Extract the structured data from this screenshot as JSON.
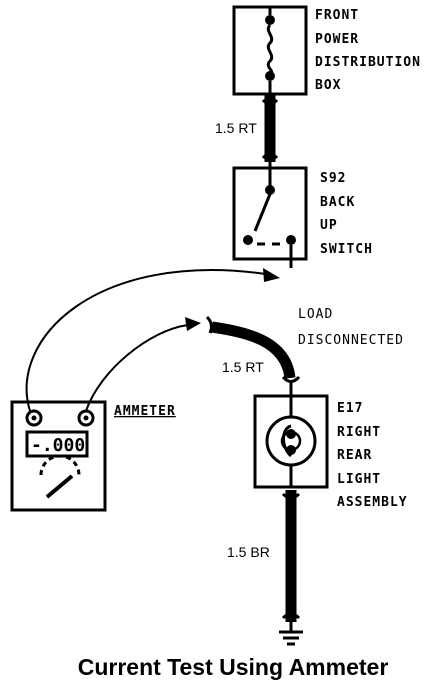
{
  "diagram": {
    "caption": "Current Test Using Ammeter",
    "fuse_box": {
      "lines": [
        "FRONT",
        "POWER",
        "DISTRIBUTION",
        "BOX"
      ]
    },
    "switch": {
      "lines": [
        "S92",
        "BACK",
        "UP",
        "SWITCH"
      ]
    },
    "wire_top": "1.5 RT",
    "load_note": {
      "lines": [
        "LOAD",
        "DISCONNECTED"
      ]
    },
    "wire_mid": "1.5 RT",
    "light": {
      "lines": [
        "E17",
        "RIGHT",
        "REAR",
        "LIGHT",
        "ASSEMBLY"
      ]
    },
    "wire_bottom": "1.5 BR",
    "ammeter": {
      "label": "AMMETER",
      "reading": "-.000"
    }
  }
}
